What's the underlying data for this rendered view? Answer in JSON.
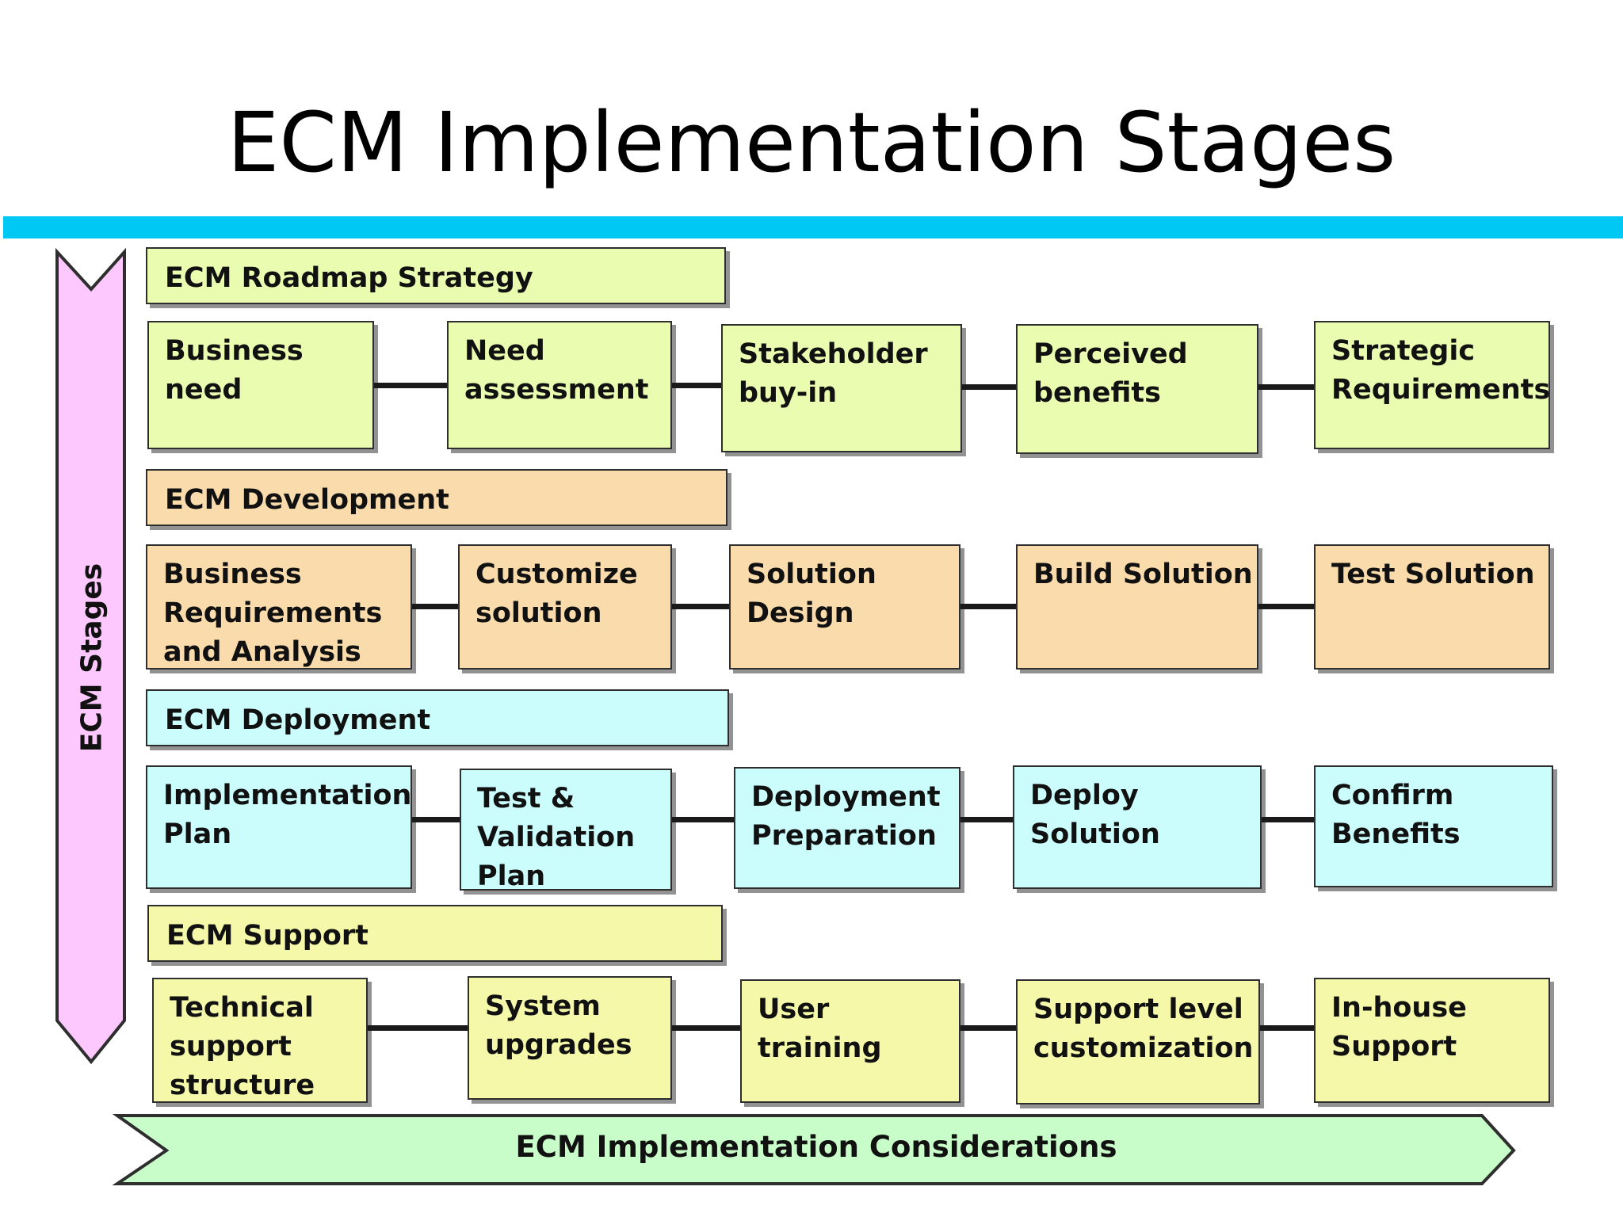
{
  "title": "ECM Implementation Stages",
  "side_label": "ECM Stages",
  "bottom_label": "ECM Implementation Considerations",
  "colors": {
    "accent_rule": "#00c8f4",
    "roadmap": "#eafcb0",
    "development": "#f9dbac",
    "deployment": "#ccfdfd",
    "support": "#f4f8a8",
    "side_arrow": "#fdc8fd",
    "bottom_arrow": "#c8fcc8"
  },
  "stages": [
    {
      "header": "ECM Roadmap Strategy",
      "steps": [
        "Business\nneed",
        "Need\nassessment",
        "Stakeholder\nbuy-in",
        "Perceived\nbenefits",
        "Strategic\nRequirements"
      ]
    },
    {
      "header": "ECM  Development",
      "steps": [
        "Business\nRequirements\nand Analysis",
        "Customize\nsolution",
        "Solution\nDesign",
        "Build Solution",
        "Test Solution"
      ]
    },
    {
      "header": "ECM  Deployment",
      "steps": [
        "Implementation\nPlan",
        "Test &\nValidation\nPlan",
        "Deployment\nPreparation",
        "Deploy\nSolution",
        "Confirm\nBenefits"
      ]
    },
    {
      "header": "ECM Support",
      "steps": [
        "Technical\nsupport\nstructure",
        "System\nupgrades",
        "User training",
        "Support level\ncustomization",
        "In-house\nSupport"
      ]
    }
  ]
}
